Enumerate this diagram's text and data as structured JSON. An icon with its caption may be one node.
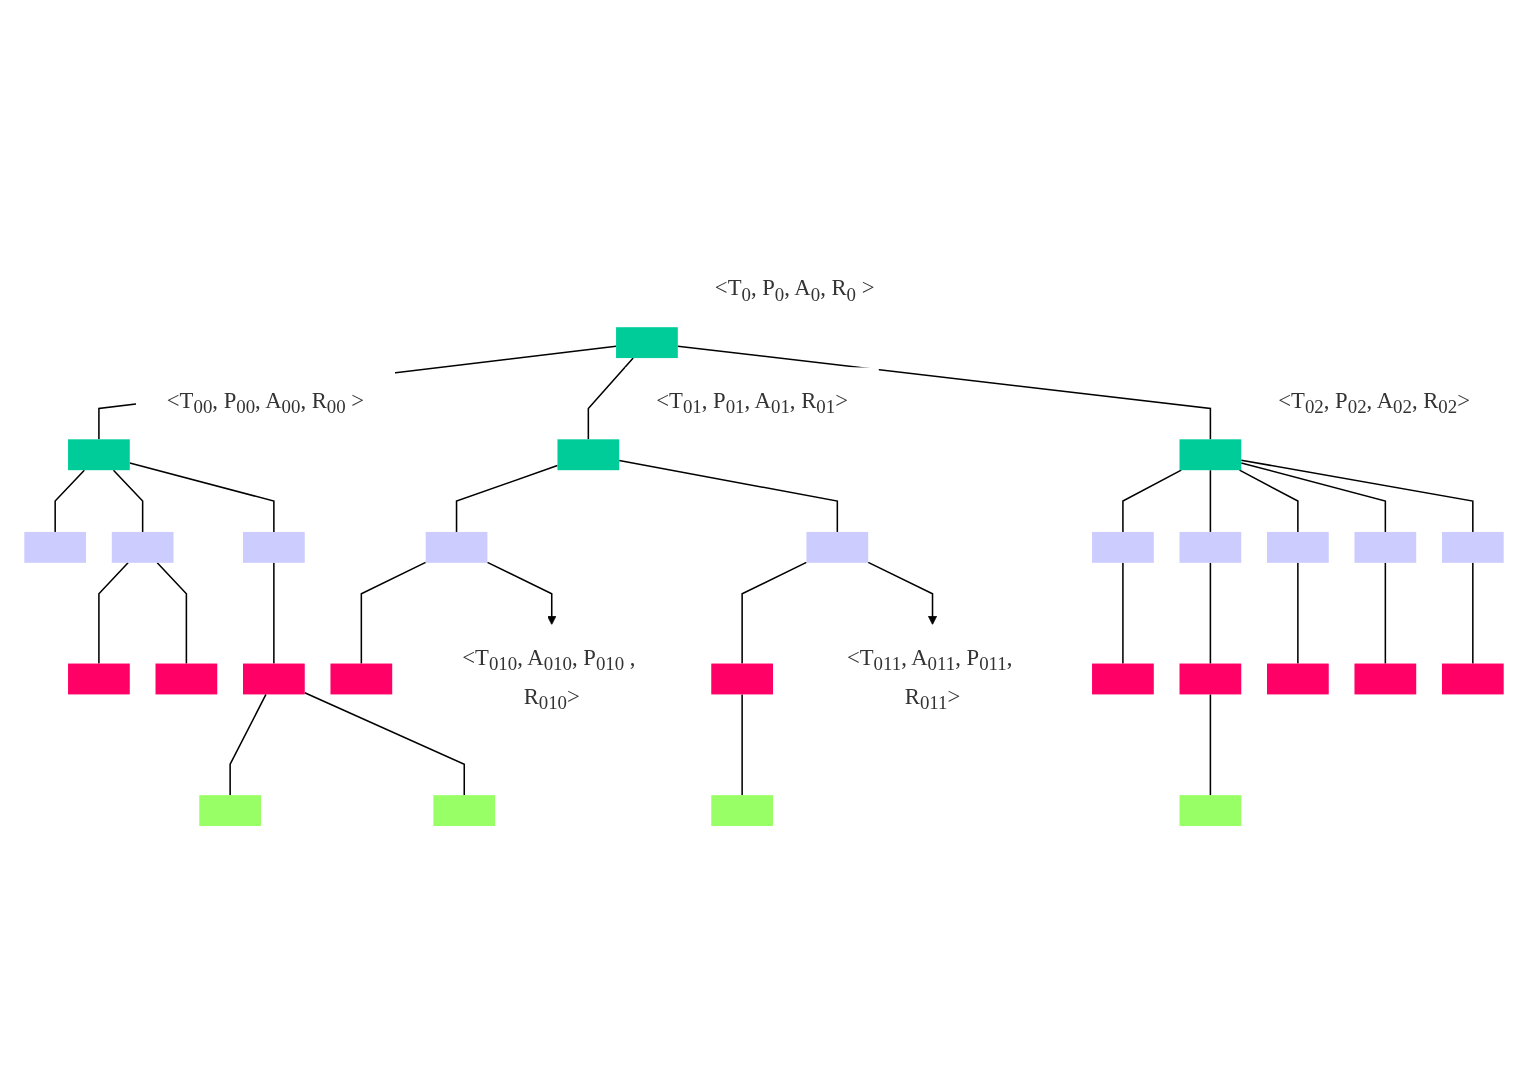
{
  "diagram": {
    "nodes": [
      {
        "text": [],
        "shape": "box",
        "beside": [
          "<T$_{0}$, P$_{0}$, A$_{0}$, R$_{0}$ >"
        ]
      },
      {
        "text": [],
        "shape": "box",
        "beside": [
          "<T$_{00}$, P$_{00}$, A$_{00}$, R$_{00}$ >"
        ]
      },
      {
        "text": [],
        "shape": "box",
        "beside": [
          "<T$_{01}$, P$_{01}$, A$_{01}$, R$_{01}$>"
        ]
      },
      {
        "text": [],
        "shape": "box",
        "beside": [
          "<T$_{02}$, P$_{02}$, A$_{02}$, R$_{02}$>"
        ]
      },
      {
        "text": [],
        "shape": "box"
      },
      {
        "text": [],
        "shape": "box"
      },
      {
        "text": [],
        "shape": "box"
      },
      {
        "text": [],
        "shape": "box"
      },
      {
        "text": [],
        "shape": "box"
      },
      {
        "text": [],
        "shape": "box"
      },
      {
        "text": [],
        "shape": "box"
      },
      {
        "text": [],
        "shape": "box"
      },
      {
        "text": [],
        "shape": "box"
      },
      {
        "text": [],
        "shape": "box"
      },
      {
        "text": [],
        "shape": "box"
      },
      {
        "text": [],
        "shape": "box"
      },
      {
        "text": [],
        "shape": "box"
      },
      {
        "text": [],
        "shape": "box"
      },
      {
        "text": [],
        "shape": "box"
      },
      {
        "text": [],
        "shape": "box"
      },
      {
        "text": [],
        "shape": "box"
      },
      {
        "text": [],
        "shape": "box"
      },
      {
        "text": [],
        "shape": "box"
      },
      {
        "text": [],
        "shape": "box"
      },
      {
        "text": [],
        "shape": "box"
      },
      {
        "text": [],
        "shape": "box"
      },
      {
        "text": [],
        "shape": "box"
      },
      {
        "text": [],
        "shape": "box"
      },
      {
        "text": [
          "<T$_{011}$, A$_{011}$, P$_{011}$, R$_{011}$>"
        ]
      },
      {
        "text": [
          "<T$_{010}$, A$_{010}$, P$_{010}$ , R$_{010}$>"
        ]
      }
    ],
    "edges": [
      {
        "from": 0,
        "to": 1,
        "arrow": "none"
      },
      {
        "from": 0,
        "to": 2,
        "arrow": "none"
      },
      {
        "from": 0,
        "to": 3,
        "arrow": "none"
      },
      {
        "from": 1,
        "to": 4,
        "arrow": "none"
      },
      {
        "from": 1,
        "to": 5,
        "arrow": "none"
      },
      {
        "from": 1,
        "to": 6,
        "arrow": "none"
      },
      {
        "from": 2,
        "to": 7,
        "arrow": "none"
      },
      {
        "from": 2,
        "to": 8,
        "arrow": "none"
      },
      {
        "from": 3,
        "to": 9,
        "arrow": "none"
      },
      {
        "from": 3,
        "to": 10,
        "arrow": "none"
      },
      {
        "from": 3,
        "to": 11,
        "arrow": "none"
      },
      {
        "from": 3,
        "to": 12,
        "arrow": "none"
      },
      {
        "from": 3,
        "to": 13,
        "arrow": "none"
      },
      {
        "from": 5,
        "to": 14,
        "arrow": "none"
      },
      {
        "from": 5,
        "to": 15,
        "arrow": "none"
      },
      {
        "from": 6,
        "to": 16,
        "arrow": "none"
      },
      {
        "from": 7,
        "to": 17,
        "arrow": "none"
      },
      {
        "from": 8,
        "to": 18,
        "arrow": "none"
      },
      {
        "from": 9,
        "to": 19,
        "arrow": "none"
      },
      {
        "from": 10,
        "to": 20,
        "arrow": "none"
      },
      {
        "from": 11,
        "to": 21,
        "arrow": "none"
      },
      {
        "from": 12,
        "to": 22,
        "arrow": "none"
      },
      {
        "from": 13,
        "to": 23,
        "arrow": "none"
      },
      {
        "from": 16,
        "to": 24,
        "arrow": "none"
      },
      {
        "from": 16,
        "to": 25,
        "arrow": "none"
      },
      {
        "from": 18,
        "to": 26,
        "arrow": "none"
      },
      {
        "from": 20,
        "to": 27,
        "arrow": "none"
      },
      {
        "from": 8,
        "to": 28,
        "arrow": "to"
      },
      {
        "from": 7,
        "to": 29,
        "arrow": "to"
      }
    ]
  }
}
